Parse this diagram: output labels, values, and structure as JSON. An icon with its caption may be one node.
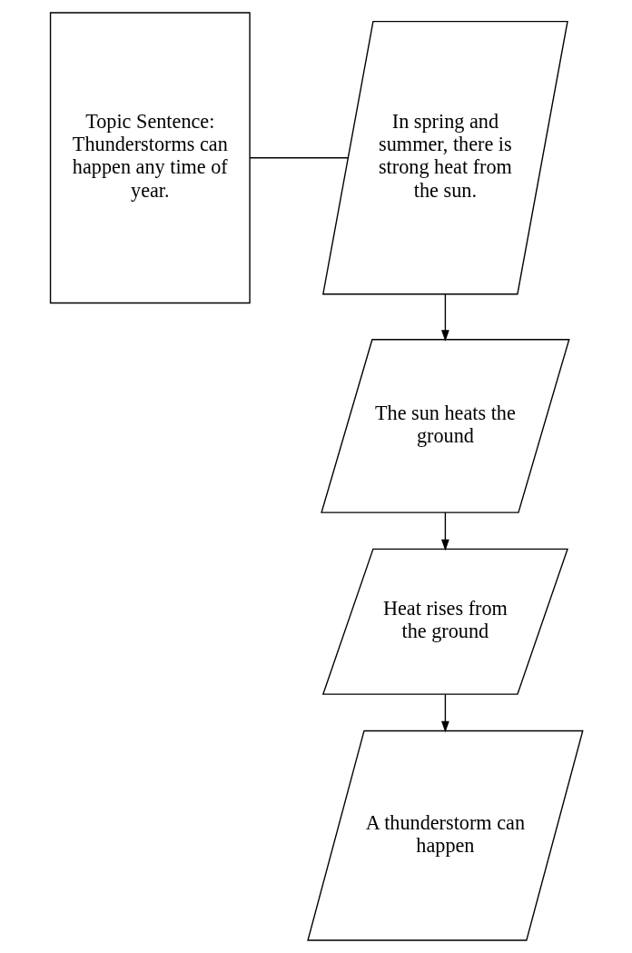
{
  "diagram": {
    "nodes": [
      {
        "text": [
          "Topic Sentence: Thunderstorms can happen any time of year."
        ]
      },
      {
        "text": [
          "In spring and summer, there is strong heat from the sun."
        ]
      },
      {
        "text": [
          "The sun heats the ground"
        ]
      },
      {
        "text": [
          "Heat rises from the ground"
        ]
      },
      {
        "text": [
          "A thunderstorm can happen"
        ]
      }
    ],
    "edges": [
      {
        "from": 0,
        "to": 1,
        "arrow": "none"
      },
      {
        "from": 1,
        "to": 2,
        "arrow": "to"
      },
      {
        "from": 2,
        "to": 3,
        "arrow": "to"
      },
      {
        "from": 3,
        "to": 4,
        "arrow": "to"
      }
    ]
  }
}
